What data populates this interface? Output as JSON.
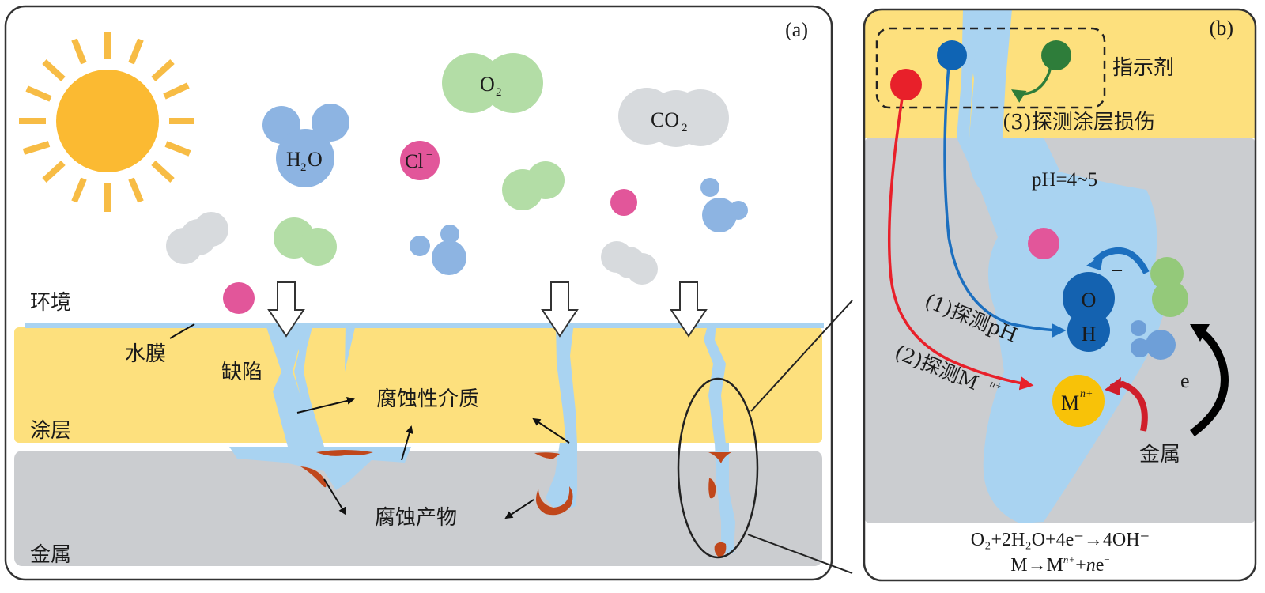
{
  "figure": {
    "panel_a": {
      "label": "(a)",
      "molecules": {
        "h2o": {
          "main": "H",
          "sub": "2",
          "tail": "O"
        },
        "o2": {
          "main": "O",
          "sub": "2"
        },
        "co2": {
          "main": "CO",
          "sub": "2"
        },
        "cl": {
          "main": "Cl",
          "sup": "−"
        }
      },
      "layers": {
        "environment": "环境",
        "water_film": "水膜",
        "coating": "涂层",
        "metal": "金属"
      },
      "annotations": {
        "defect": "缺陷",
        "corrosive_medium": "腐蚀性介质",
        "corrosion_product": "腐蚀产物"
      }
    },
    "panel_b": {
      "label": "(b)",
      "indicator": "指示剂",
      "detect_coating_damage": "(3)探测涂层损伤",
      "ph_value": "pH=4~5",
      "detect_ph": "(1)探测pH",
      "detect_metal_ion_prefix": "(2)探测M",
      "detect_metal_ion_sup": "n+",
      "hydroxide": {
        "o": "O",
        "h": "H",
        "charge": "−"
      },
      "metal_ion": {
        "main": "M",
        "sup": "n+"
      },
      "electron": {
        "main": "e",
        "sup": "−"
      },
      "metal": "金属",
      "equation_1": "O₂+2H₂O+4e⁻→4OH⁻",
      "equation_2_parts": {
        "a": "M→M",
        "sup": "n+",
        "b": "+",
        "n": "n",
        "c": "e",
        "sup2": "−"
      }
    },
    "colors": {
      "sun": "#FBBA32",
      "coating": "#FDE07D",
      "metal": "#CBCDD0",
      "water": "#A9D3F1",
      "h2o_molecule": "#8DB4E2",
      "o2_molecule": "#B3DDA6",
      "co2_molecule": "#D7DADD",
      "chloride": "#E2569A",
      "rust": "#C0471B",
      "indicator_red": "#E8202A",
      "indicator_blue": "#0F64B4",
      "indicator_green": "#2E7D3A",
      "metal_ion": "#F8C208",
      "hydroxide": "#1462B0"
    }
  }
}
